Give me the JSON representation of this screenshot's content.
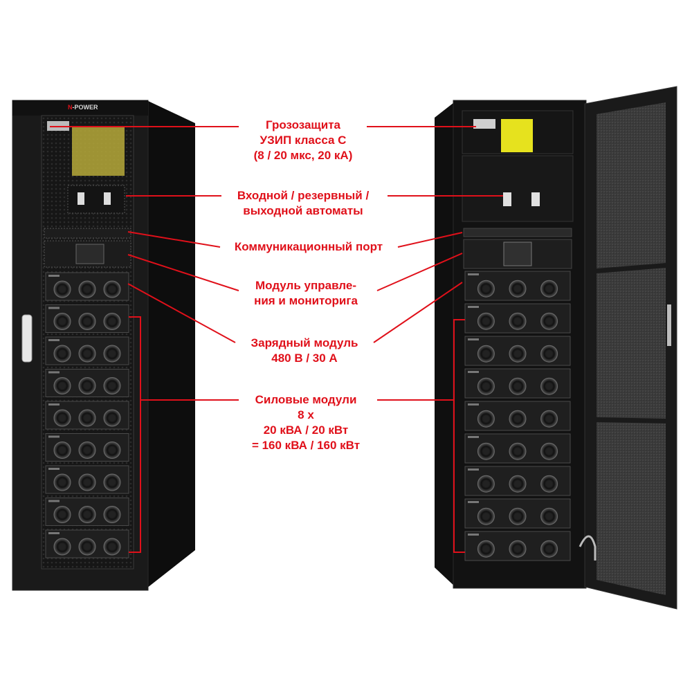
{
  "brand": {
    "mark": "N",
    "name": "-POWER"
  },
  "labels": {
    "surge": {
      "line1": "Грозозащита",
      "line2": "УЗИП класса С",
      "line3": "(8 / 20 мкс, 20 кА)"
    },
    "breakers": {
      "line1": "Входной / резервный /",
      "line2": "выходной автоматы"
    },
    "comm": {
      "line1": "Коммуникационный порт"
    },
    "control": {
      "line1": "Модуль управле-",
      "line2": "ния и мониторига"
    },
    "charger": {
      "line1": "Зарядный модуль",
      "line2": "480 В / 30 А"
    },
    "power": {
      "line1": "Силовые модули",
      "line2": "8 х",
      "line3": "20 кВА / 20 кВт",
      "line4": "= 160 кВА / 160 кВт"
    }
  },
  "colors": {
    "callout": "#e0101a",
    "cabinet": "#151515",
    "cabinet_edge": "#2a2a2a",
    "module": "#1e1e1e",
    "warning_label": "#e6e21e"
  },
  "modules": {
    "left_count": 9,
    "right_count": 9
  }
}
